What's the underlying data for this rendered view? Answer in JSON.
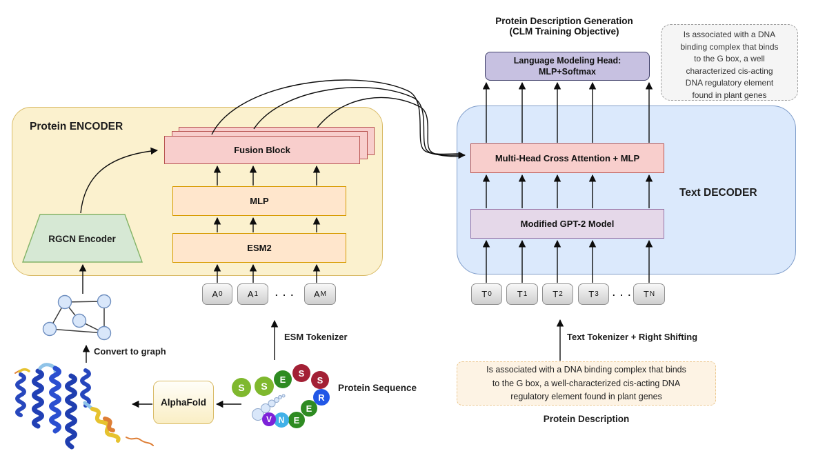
{
  "title": {
    "line1": "Protein Description Generation",
    "line2": "(CLM Training Objective)"
  },
  "encoder": {
    "label": "Protein ENCODER",
    "fusion_block": "Fusion Block",
    "mlp": "MLP",
    "esm2": "ESM2",
    "rgcn": "RGCN Encoder"
  },
  "decoder": {
    "label": "Text DECODER",
    "cross_attention": "Multi-Head Cross Attention + MLP",
    "gpt2": "Modified GPT-2 Model"
  },
  "lm_head": {
    "line1": "Language Modeling Head:",
    "line2": "MLP+Softmax"
  },
  "generated_description": {
    "lines": [
      "Is associated with a DNA",
      "binding complex that binds",
      "to the G box, a well",
      "characterized cis-acting",
      "DNA regulatory element",
      "found in plant genes"
    ]
  },
  "input_description": {
    "lines": [
      "Is associated with a DNA binding complex that binds",
      "to the G box, a well-characterized cis-acting DNA",
      "regulatory element found in plant genes"
    ],
    "caption": "Protein Description"
  },
  "encoder_tokens": {
    "items": [
      {
        "base": "A",
        "sub": "0"
      },
      {
        "base": "A",
        "sub": "1"
      },
      {
        "base": "A",
        "sub": "M"
      }
    ],
    "ellipsis": ". . ."
  },
  "decoder_tokens": {
    "items": [
      {
        "base": "T",
        "sub": "0"
      },
      {
        "base": "T",
        "sub": "1"
      },
      {
        "base": "T",
        "sub": "2"
      },
      {
        "base": "T",
        "sub": "3"
      },
      {
        "base": "T",
        "sub": "N"
      }
    ],
    "ellipsis": ". . ."
  },
  "labels": {
    "esm_tokenizer": "ESM Tokenizer",
    "text_tokenizer": "Text Tokenizer + Right Shifting",
    "convert_to_graph": "Convert to graph",
    "protein_sequence": "Protein Sequence",
    "alphafold": "AlphaFold"
  },
  "protein_sequence": {
    "residues": [
      "S",
      "S",
      "E",
      "S",
      "S",
      "R",
      "E",
      "E",
      "N",
      "V"
    ]
  },
  "colors": {
    "encoder_fill": "#FBF1CE",
    "encoder_border": "#D9BB67",
    "decoder_fill": "#DBE9FC",
    "decoder_border": "#7E9CC9",
    "fusion_fill": "#F8CECC",
    "fusion_border": "#B85450",
    "mlp_fill": "#FFE6CC",
    "mlp_border": "#D79B00",
    "rgcn_fill": "#D6E8D4",
    "rgcn_border": "#82B366",
    "gpt2_fill": "#E5D8E9",
    "gpt2_border": "#9673A6",
    "lm_head_fill": "#C7C1E1",
    "lm_head_border": "#41416B",
    "token_border": "#909090",
    "generated_box_fill": "#F5F5F5",
    "input_box_fill": "#FDF3E4",
    "input_box_border": "#EBC78E",
    "residue_green_light": "#7FB82E",
    "residue_green_dark": "#2E8B22",
    "residue_red": "#A32035",
    "residue_blue": "#2257E6",
    "residue_cyan": "#41B1E8",
    "residue_purple": "#7D22D8"
  }
}
